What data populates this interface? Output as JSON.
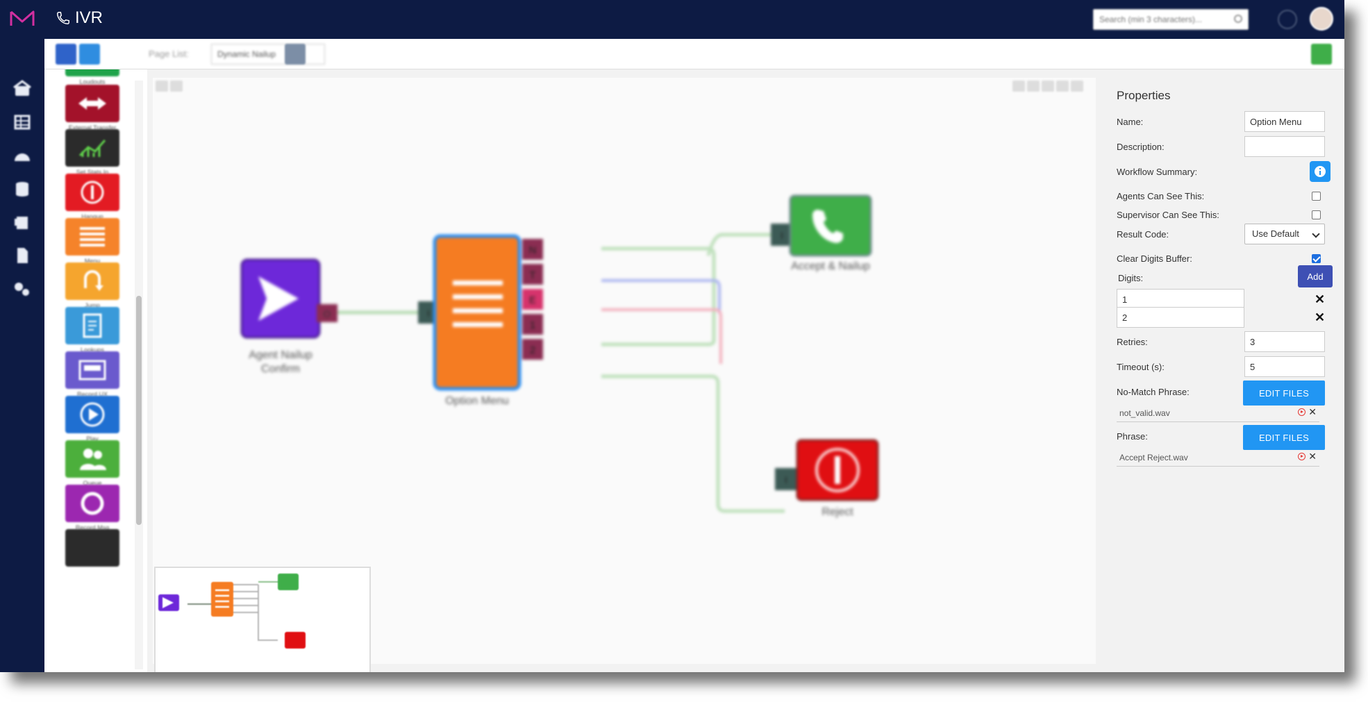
{
  "app": {
    "name": "IVR"
  },
  "search": {
    "placeholder": "Search (min 3 characters)..."
  },
  "toolbar": {
    "page_list_label": "Page List:",
    "page_select": "Dynamic Nailup"
  },
  "palette": {
    "items": [
      {
        "label": "Loudouts",
        "color": "#1fa34a"
      },
      {
        "label": "External Transfer",
        "color": "#a3122a"
      },
      {
        "label": "Set Stats In",
        "color": "#2b2b2b"
      },
      {
        "label": "Hangup",
        "color": "#e31b23"
      },
      {
        "label": "Menu",
        "color": "#f5832a"
      },
      {
        "label": "Jump",
        "color": "#f5a52e"
      },
      {
        "label": "Lookups",
        "color": "#3a9ad9"
      },
      {
        "label": "Record UX Request",
        "color": "#6a5acd"
      },
      {
        "label": "Play",
        "color": "#1f6fd1"
      },
      {
        "label": "Queue",
        "color": "#4caf3c"
      },
      {
        "label": "Record Msg",
        "color": "#9c27b0"
      }
    ]
  },
  "canvas": {
    "nodes": {
      "start": {
        "label_line1": "Agent Nailup",
        "label_line2": "Confirm",
        "port": "O"
      },
      "menu": {
        "label": "Option Menu",
        "in_port": "I",
        "ports": [
          "N",
          "T",
          "E",
          "1",
          "2"
        ]
      },
      "accept": {
        "label": "Accept & Nailup",
        "in_port": "I"
      },
      "reject": {
        "label": "Reject",
        "in_port": "I"
      }
    }
  },
  "properties": {
    "title": "Properties",
    "name_label": "Name:",
    "name_value": "Option Menu",
    "description_label": "Description:",
    "description_value": "",
    "workflow_summary_label": "Workflow Summary:",
    "agents_label": "Agents Can See This:",
    "agents_checked": false,
    "supervisor_label": "Supervisor Can See This:",
    "supervisor_checked": false,
    "result_code_label": "Result Code:",
    "result_code_value": "Use Default",
    "clear_digits_label": "Clear Digits Buffer:",
    "clear_digits_checked": true,
    "digits_label": "Digits:",
    "add_label": "Add",
    "digits": [
      "1",
      "2"
    ],
    "retries_label": "Retries:",
    "retries_value": "3",
    "timeout_label": "Timeout (s):",
    "timeout_value": "5",
    "nomatch_label": "No-Match Phrase:",
    "edit_files_label": "EDIT FILES",
    "nomatch_file": "not_valid.wav",
    "phrase_label": "Phrase:",
    "phrase_file": "Accept Reject.wav"
  }
}
